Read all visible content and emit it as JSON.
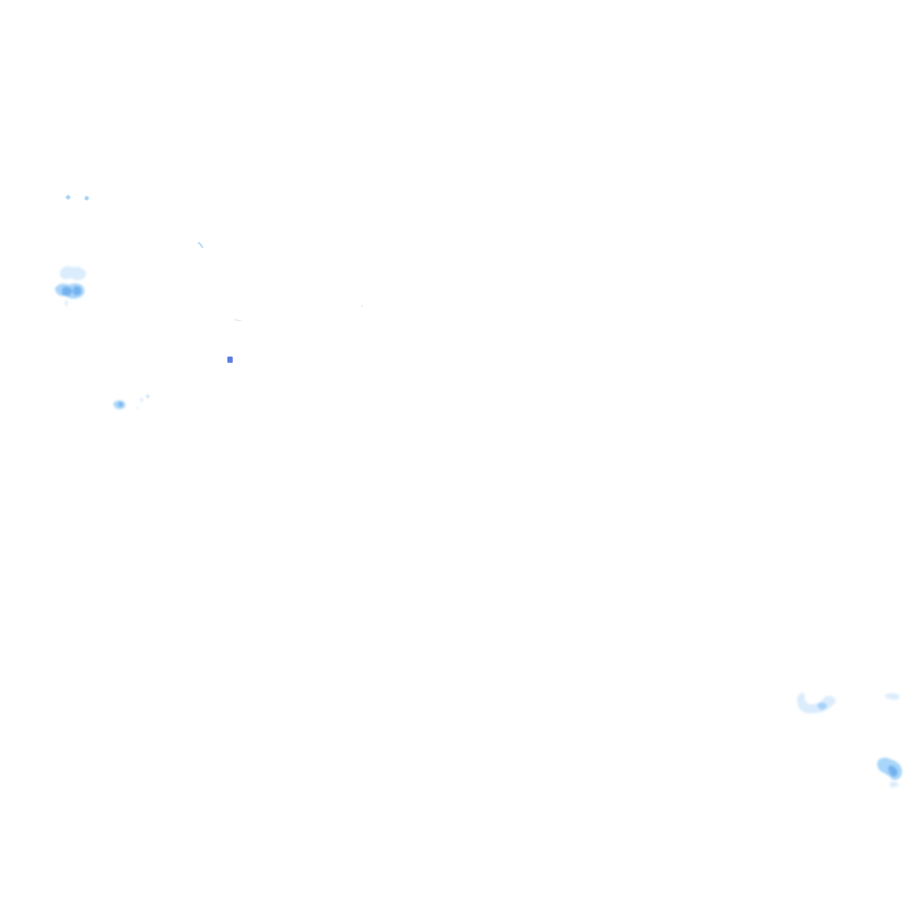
{
  "map": {
    "layer": "radar-precipitation-overlay",
    "background": "transparent",
    "palette": {
      "light": "#cfe6fb",
      "medium": "#9fd0f8",
      "heavy": "#6faeee",
      "intense": "#4d6fe6"
    },
    "echo_groups": [
      {
        "name": "echo-cluster-northwest",
        "intensity": "medium"
      },
      {
        "name": "echo-cluster-west",
        "intensity": "light"
      },
      {
        "name": "echo-cell-intense",
        "intensity": "intense"
      },
      {
        "name": "echo-cluster-southeast",
        "intensity": "medium"
      },
      {
        "name": "echo-cluster-east-edge",
        "intensity": "heavy"
      }
    ]
  }
}
